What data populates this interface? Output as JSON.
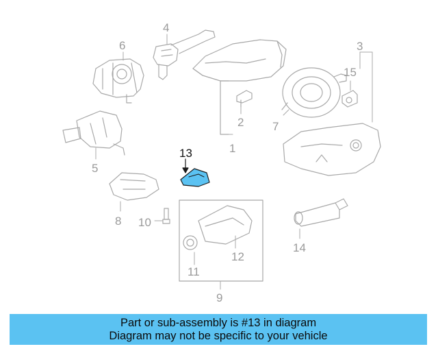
{
  "diagram": {
    "highlight_color": "#5bc2f2",
    "line_color": "#a8a8a8",
    "callouts": [
      {
        "id": "1",
        "label": "1"
      },
      {
        "id": "2",
        "label": "2"
      },
      {
        "id": "3",
        "label": "3"
      },
      {
        "id": "4",
        "label": "4"
      },
      {
        "id": "5",
        "label": "5"
      },
      {
        "id": "6",
        "label": "6"
      },
      {
        "id": "7",
        "label": "7"
      },
      {
        "id": "8",
        "label": "8"
      },
      {
        "id": "9",
        "label": "9"
      },
      {
        "id": "10",
        "label": "10"
      },
      {
        "id": "11",
        "label": "11"
      },
      {
        "id": "12",
        "label": "12"
      },
      {
        "id": "13",
        "label": "13"
      },
      {
        "id": "14",
        "label": "14"
      },
      {
        "id": "15",
        "label": "15"
      }
    ]
  },
  "caption": {
    "line1": "Part or sub-assembly is #13 in diagram",
    "line2": "Diagram may not be specific to your vehicle",
    "background": "#5bc2f2"
  }
}
